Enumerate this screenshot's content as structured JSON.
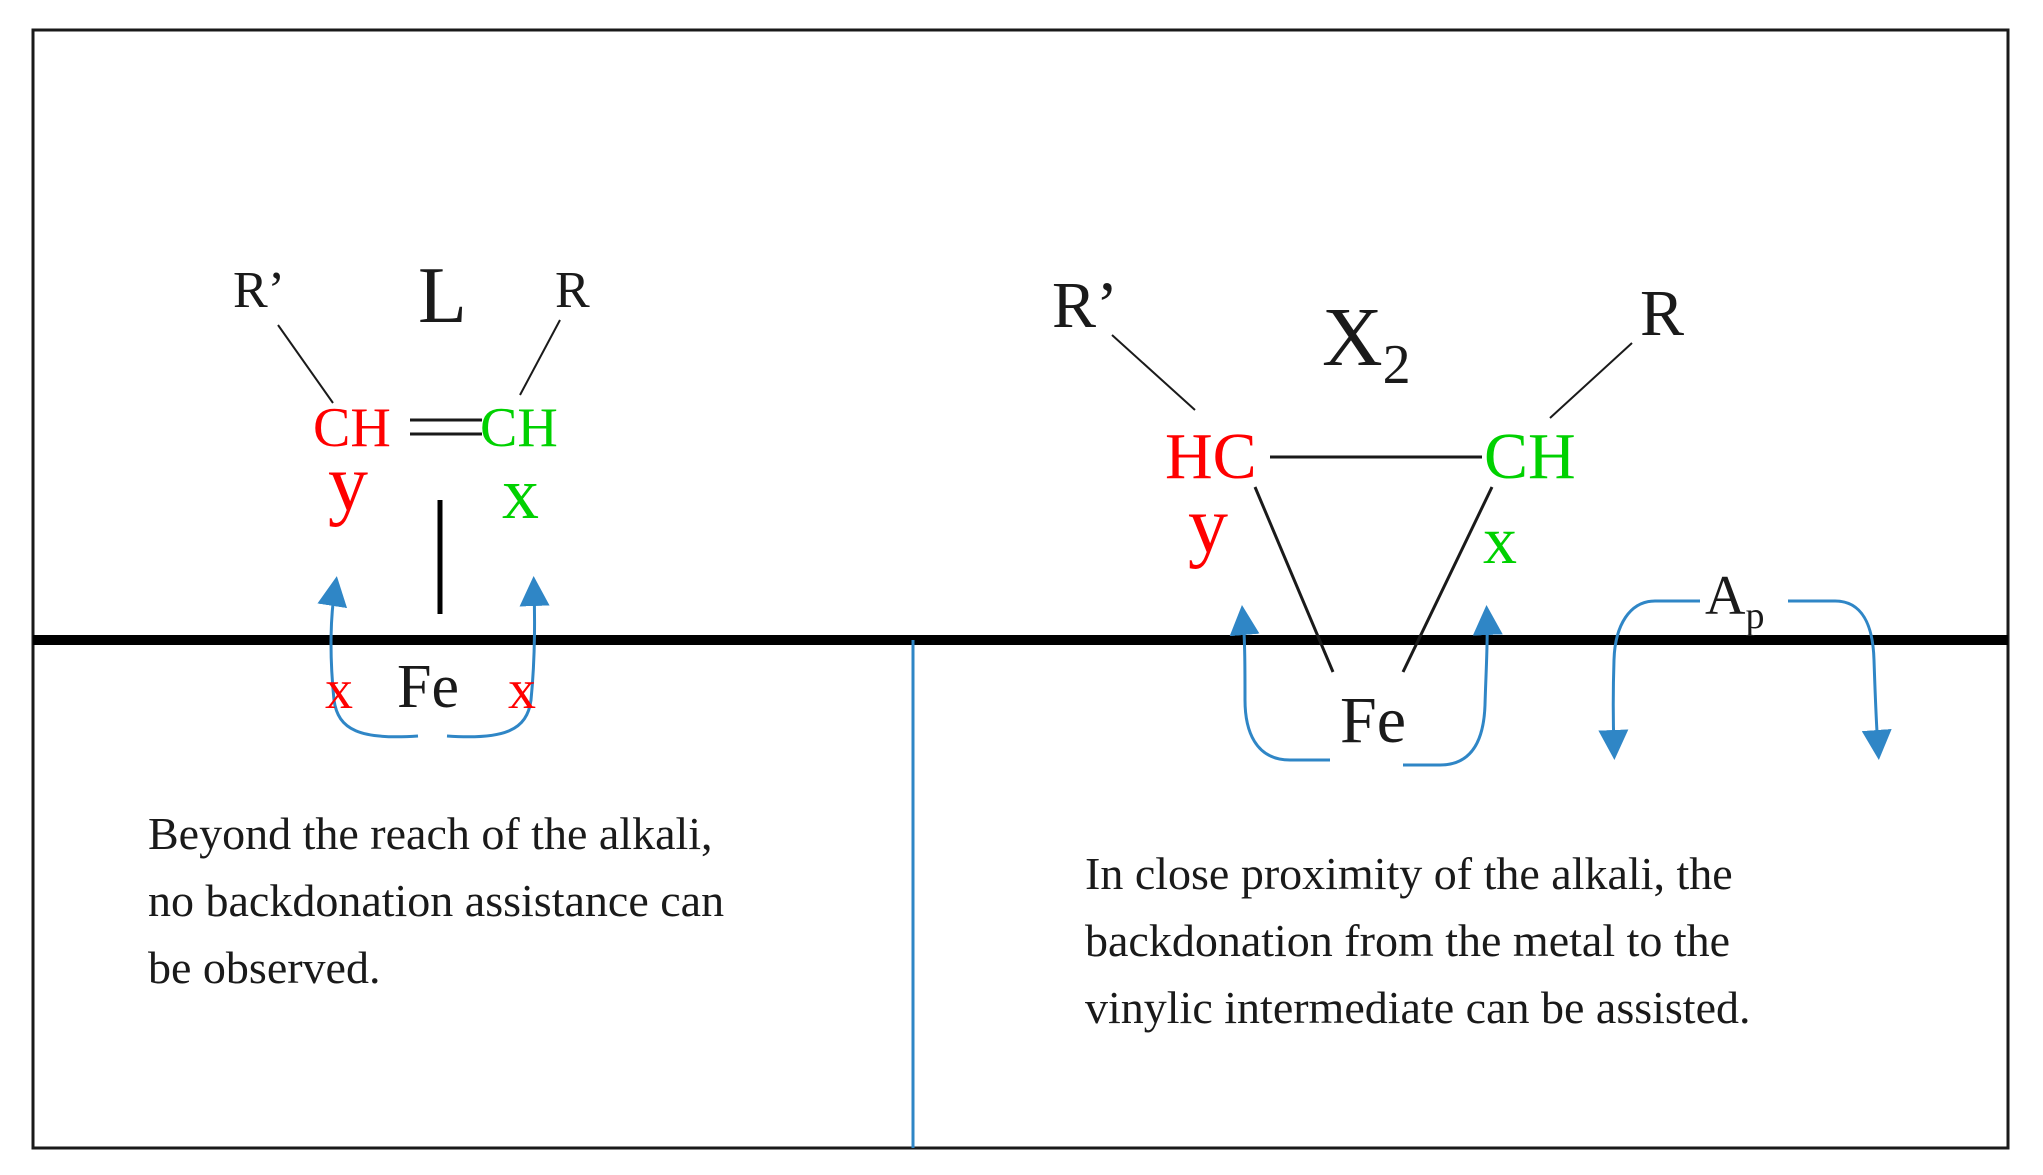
{
  "colors": {
    "frame": "#000000",
    "divider": "#2f86c6",
    "arrow": "#2f86c6",
    "site_y": "#ff0000",
    "site_x": "#00d100",
    "text": "#1a1a1a",
    "blocked_mark": "#ff0000"
  },
  "left_panel": {
    "label": "L",
    "r_prime": "R’",
    "r": "R",
    "ch_y": "CH",
    "ch_x": "CH",
    "site_y": "y",
    "site_x": "x",
    "metal": "Fe",
    "blocked_mark_1": "x",
    "blocked_mark_2": "x",
    "caption_lines": [
      "Beyond the reach of the alkali,",
      "no backdonation assistance can",
      "be observed."
    ]
  },
  "right_panel": {
    "label_main": "X",
    "label_sub": "2",
    "r_prime": "R’",
    "r": "R",
    "hc_y": "HC",
    "ch_x": "CH",
    "site_y": "y",
    "site_x": "x",
    "metal": "Fe",
    "promoter_main": "A",
    "promoter_sub": "p",
    "caption_lines": [
      "In close proximity of the alkali, the",
      "backdonation from the metal to the",
      "vinylic intermediate can be assisted."
    ]
  }
}
